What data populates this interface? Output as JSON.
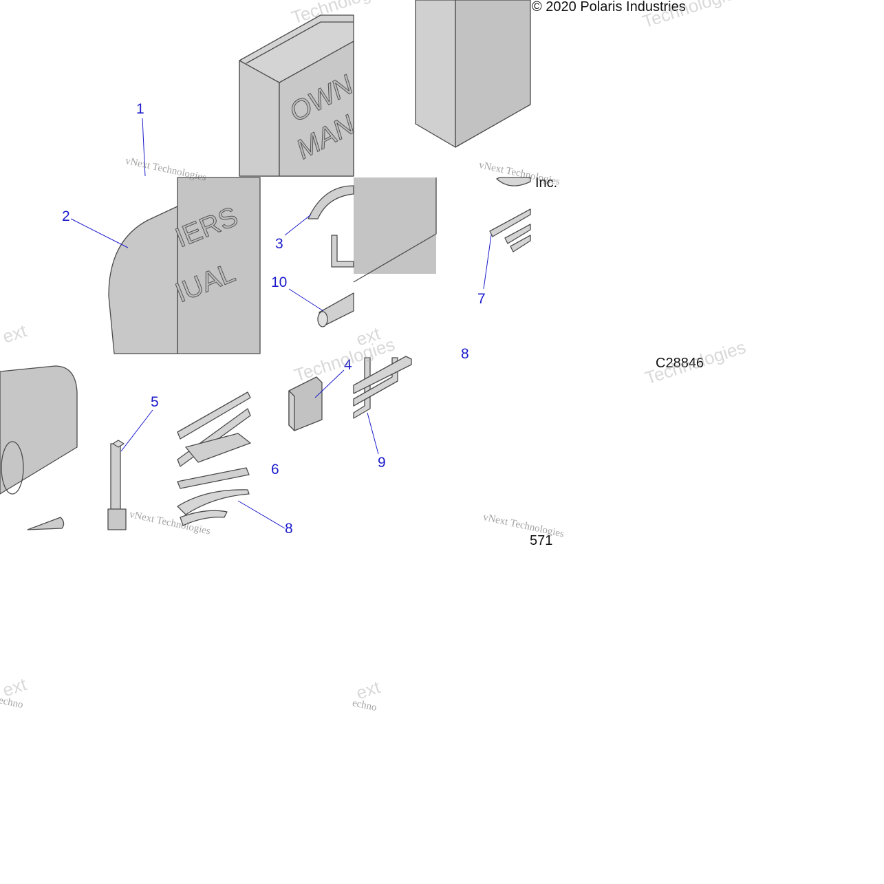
{
  "copyright": "© 2020 Polaris Industries",
  "copyright_fragment": "Inc.",
  "drawing_code": "C28846",
  "page_fragment": "571",
  "watermark": {
    "line1": "vNext Technologies",
    "line2": "Technologies",
    "fragment1": "ext",
    "fragment2": "echno"
  },
  "callouts": [
    "1",
    "2",
    "3",
    "10",
    "7",
    "8",
    "4",
    "5",
    "6",
    "8",
    "9"
  ],
  "manual_text": {
    "word1": "OWN",
    "word2": "MAN",
    "word3": "IERS",
    "word4": "IUAL"
  },
  "colors": {
    "callout": "#1a1acc",
    "part_fill": "#c4c4c4",
    "part_stroke": "#4a4a4a"
  }
}
